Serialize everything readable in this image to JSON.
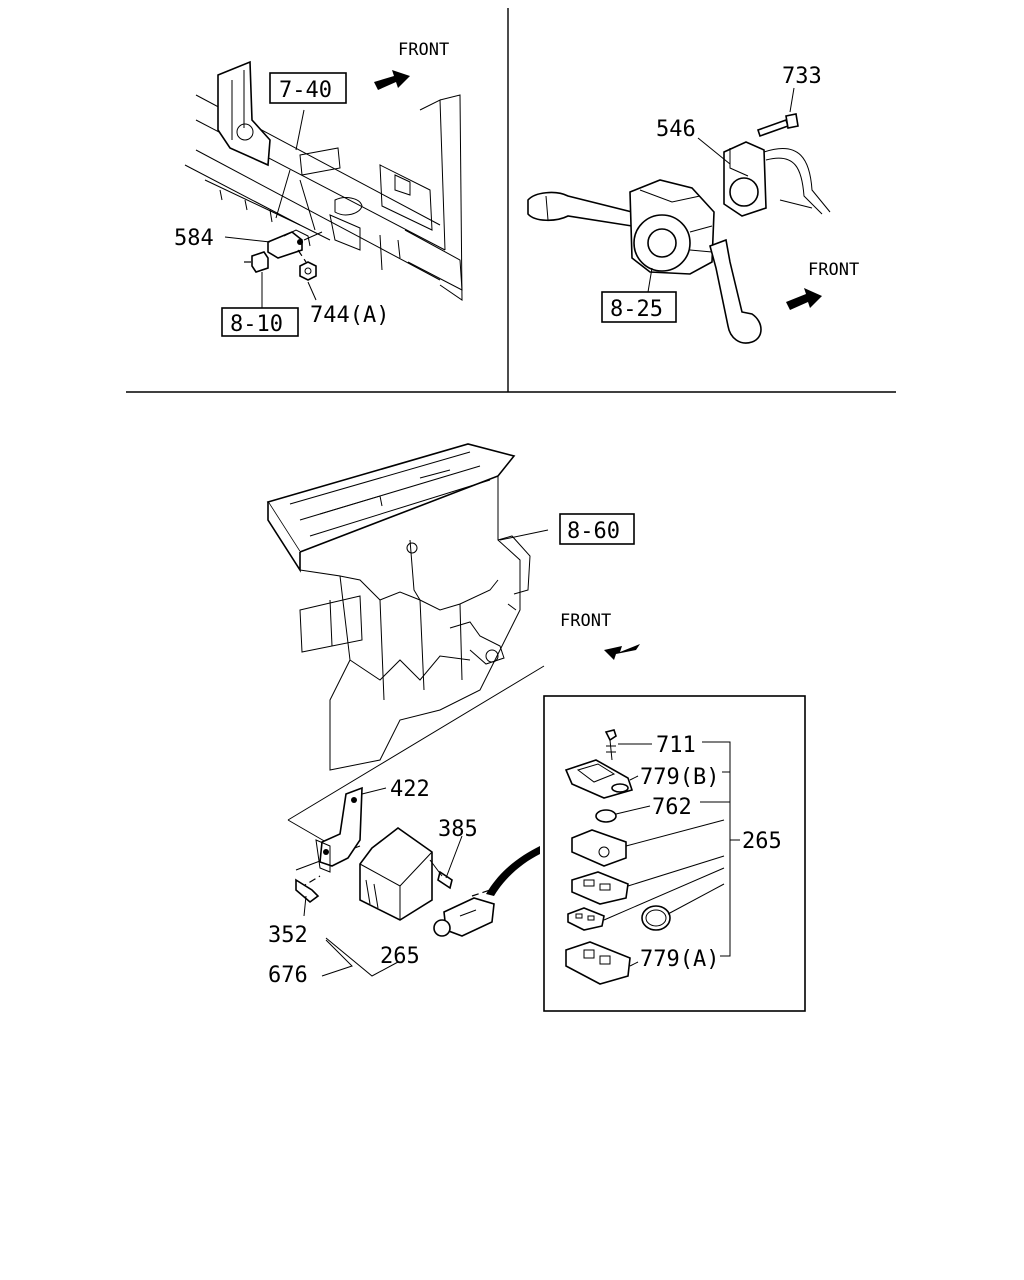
{
  "top_left": {
    "front": "FRONT",
    "ref_7_40": "7-40",
    "ref_8_10": "8-10",
    "p584": "584",
    "p744a": "744(A)"
  },
  "top_right": {
    "front": "FRONT",
    "p733": "733",
    "p546": "546",
    "ref_8_25": "8-25"
  },
  "bottom": {
    "front": "FRONT",
    "ref_8_60": "8-60",
    "p422": "422",
    "p385": "385",
    "p352": "352",
    "p676": "676",
    "p265": "265"
  },
  "inset": {
    "p711": "711",
    "p779b": "779(B)",
    "p762": "762",
    "p265": "265",
    "p779a": "779(A)"
  }
}
